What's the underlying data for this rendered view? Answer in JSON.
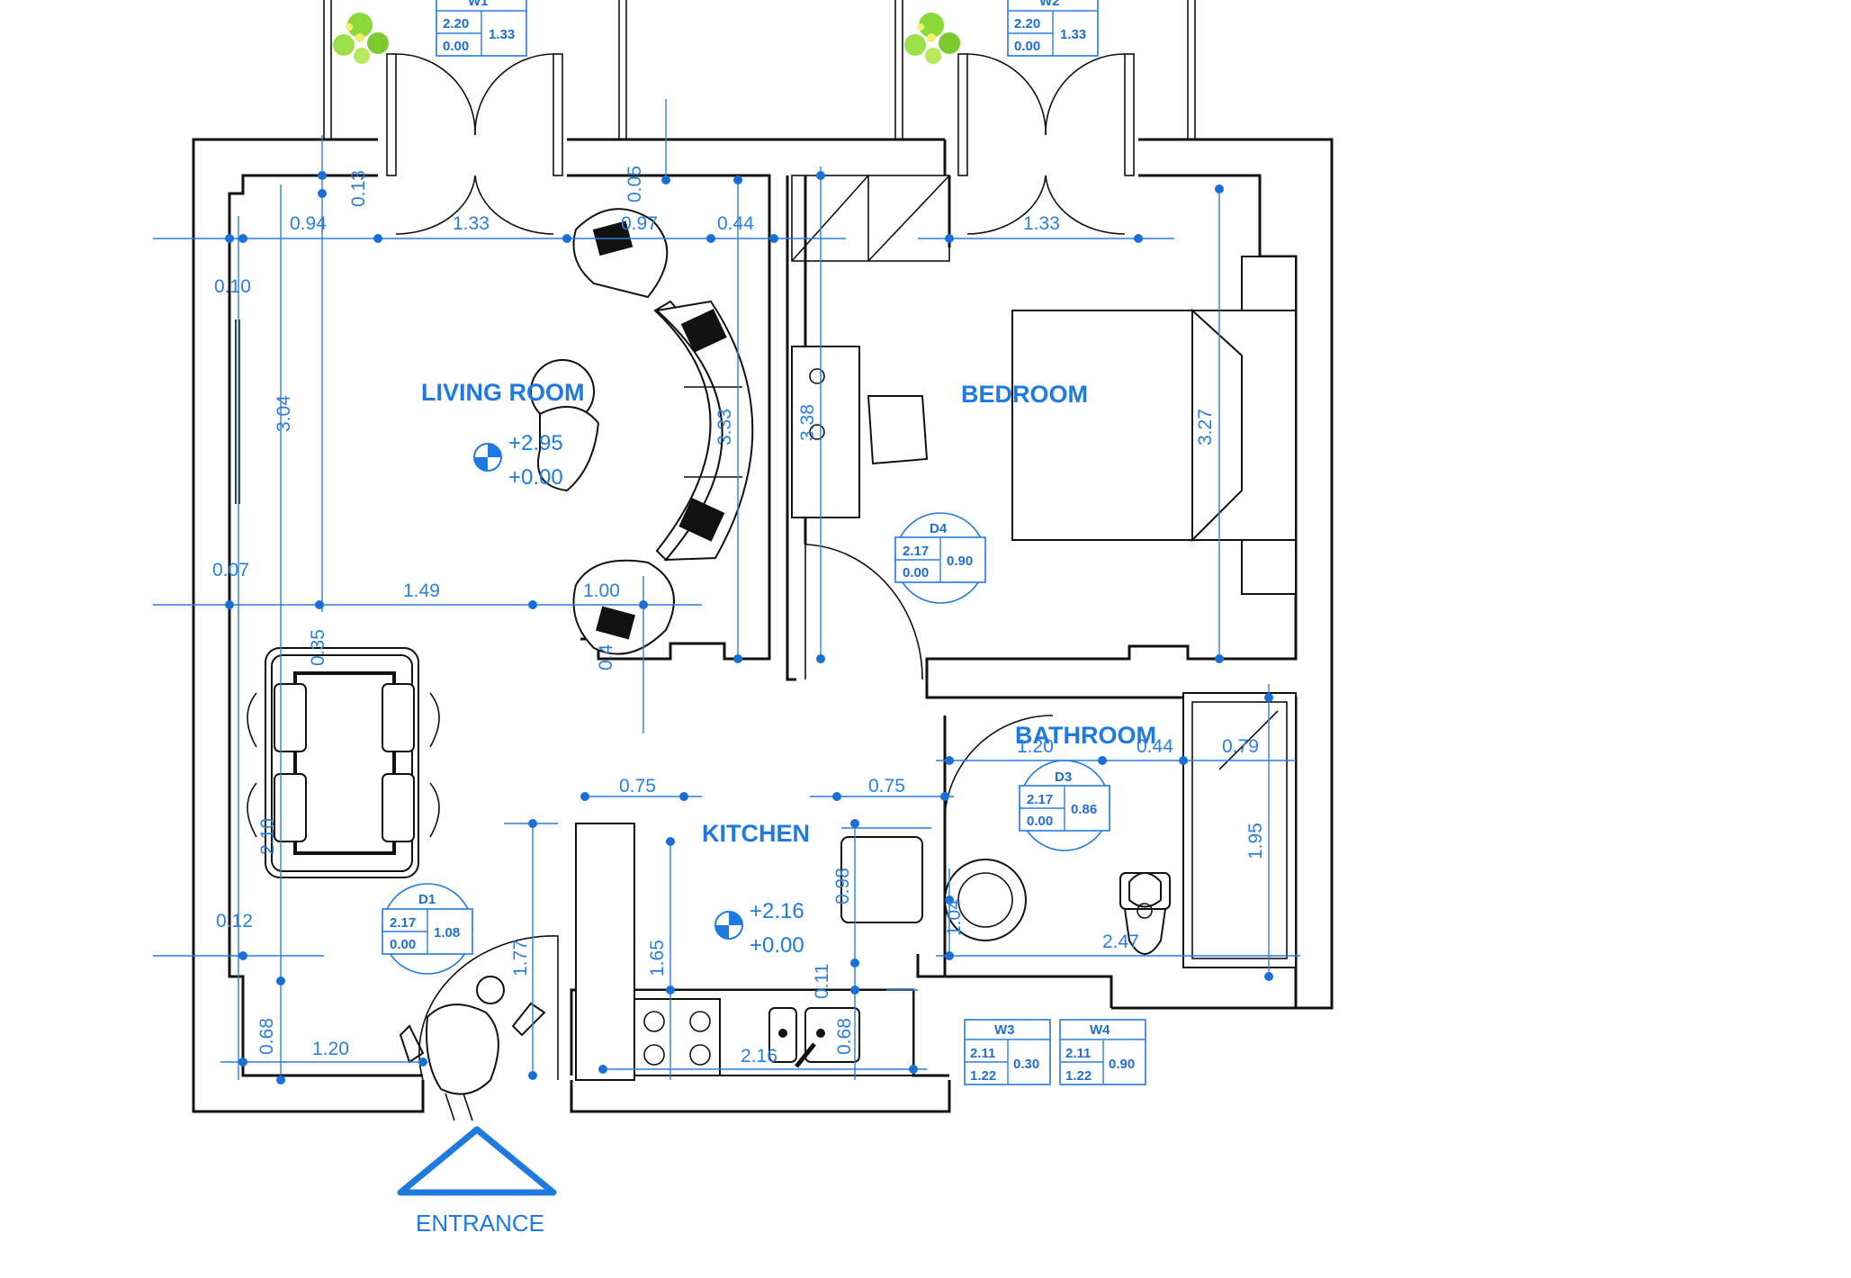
{
  "rooms": {
    "living": "LIVING ROOM",
    "bedroom": "BEDROOM",
    "bathroom": "BATHROOM",
    "kitchen": "KITCHEN"
  },
  "entrance": "ENTRANCE",
  "levels": {
    "living_top": "+2.95",
    "living_bottom": "+0.00",
    "kitchen_top": "+2.16",
    "kitchen_bottom": "+0.00"
  },
  "tags": {
    "W1": {
      "name": "W1",
      "h": "2.20",
      "sill": "0.00",
      "w": "1.33"
    },
    "W2": {
      "name": "W2",
      "h": "2.20",
      "sill": "0.00",
      "w": "1.33"
    },
    "D1": {
      "name": "D1",
      "h": "2.17",
      "sill": "0.00",
      "w": "1.08"
    },
    "D3": {
      "name": "D3",
      "h": "2.17",
      "sill": "0.00",
      "w": "0.86"
    },
    "D4": {
      "name": "D4",
      "h": "2.17",
      "sill": "0.00",
      "w": "0.90"
    },
    "W3": {
      "name": "W3",
      "h": "2.11",
      "sill": "1.22",
      "w": "0.30"
    },
    "W4": {
      "name": "W4",
      "h": "2.11",
      "sill": "1.22",
      "w": "0.90"
    }
  },
  "dims": {
    "d013": "0.13",
    "d094": "0.94",
    "d133a": "1.33",
    "d005": "0.05",
    "d097": "0.97",
    "d044a": "0.44",
    "d133b": "1.33",
    "d010": "0.10",
    "d304": "3.04",
    "d333": "3.33",
    "d338": "3.38",
    "d327": "3.27",
    "d007": "0.07",
    "d149": "1.49",
    "d100": "1.00",
    "d035": "0.35",
    "d04": "0.4",
    "d120a": "1.20",
    "d044b": "0.44",
    "d079": "0.79",
    "d075a": "0.75",
    "d075b": "0.75",
    "d210": "2.10",
    "d195": "1.95",
    "d098": "0.98",
    "d104": "1.04",
    "d012": "0.12",
    "d177": "1.77",
    "d165": "1.65",
    "d011": "0.11",
    "d247": "2.47",
    "d068a": "0.68",
    "d120b": "1.20",
    "d216": "2.16",
    "d068b": "0.68"
  },
  "colors": {
    "dimension": "#2a7fde",
    "label": "#1f7ae0",
    "wall": "#111111",
    "plant": "#8bd83a"
  }
}
